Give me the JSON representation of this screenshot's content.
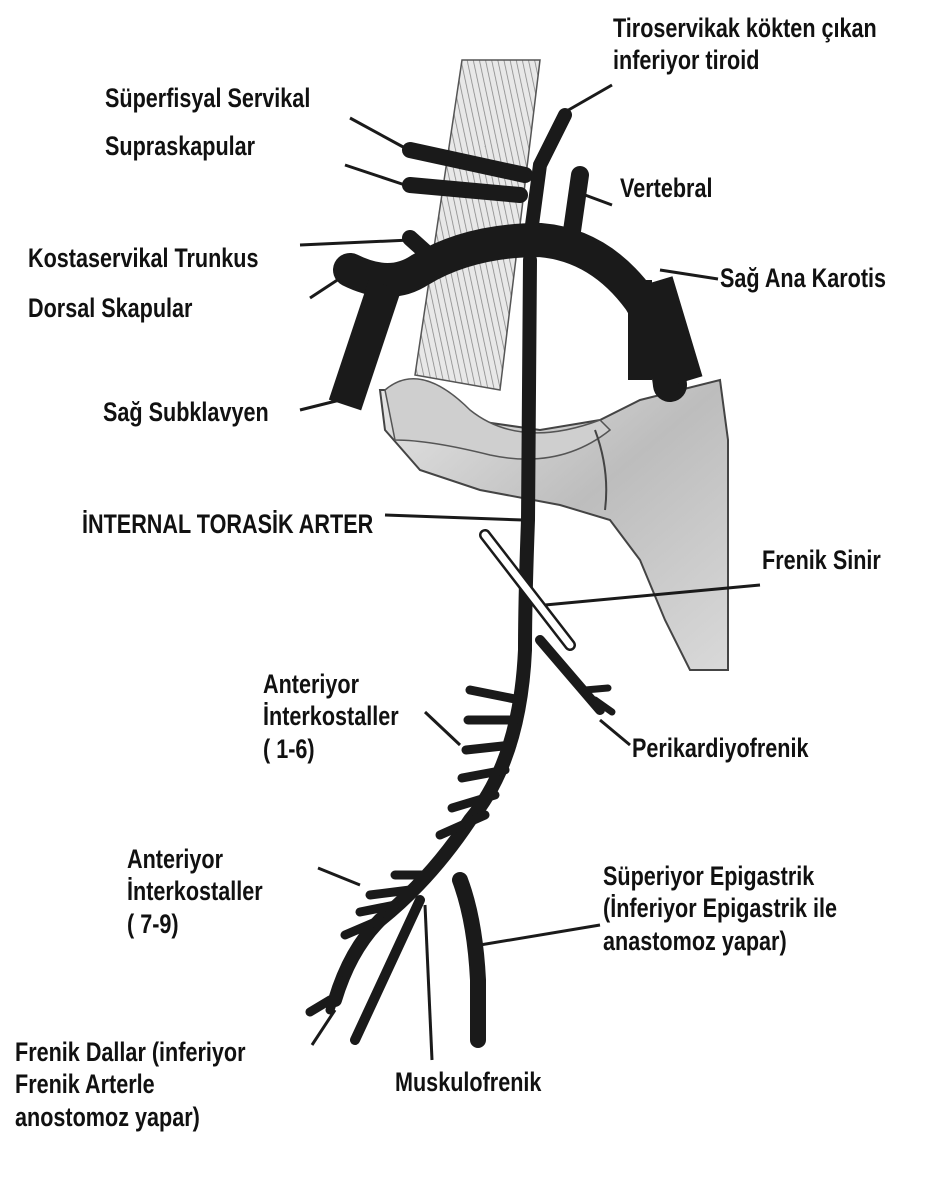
{
  "colors": {
    "artery": "#1a1a1a",
    "bone_light": "#d6d6d6",
    "bone_dark": "#9a9a9a",
    "nerve": "#ffffff",
    "muscle": "#cfcfcf",
    "text": "#111111"
  },
  "labels": {
    "tiroservikal_1": "Tiroservikak kökten çıkan",
    "tiroservikal_2": "inferiyor tiroid",
    "superfisyal": "Süperfisyal Servikal",
    "supraskapular": "Supraskapular",
    "vertebral": "Vertebral",
    "kostaservikal": "Kostaservikal Trunkus",
    "dorsal": "Dorsal Skapular",
    "sag_ana_karotis": "Sağ Ana Karotis",
    "sag_subklavyen": "Sağ Subklavyen",
    "internal_torasik": "İNTERNAL TORASİK ARTER",
    "frenik_sinir": "Frenik Sinir",
    "ant_int_16_1": "Anteriyor",
    "ant_int_16_2": "İnterkostaller",
    "ant_int_16_3": "( 1-6)",
    "perikardiyofrenik": "Perikardiyofrenik",
    "ant_int_79_1": "Anteriyor",
    "ant_int_79_2": "İnterkostaller",
    "ant_int_79_3": "( 7-9)",
    "sup_epi_1": "Süperiyor Epigastrik",
    "sup_epi_2": "(İnferiyor Epigastrik ile",
    "sup_epi_3": "anastomoz yapar)",
    "frenik_dallar_1": "Frenik Dallar (inferiyor",
    "frenik_dallar_2": "Frenik Arterle",
    "frenik_dallar_3": "anostomoz yapar)",
    "muskulofrenik": "Muskulofrenik"
  }
}
